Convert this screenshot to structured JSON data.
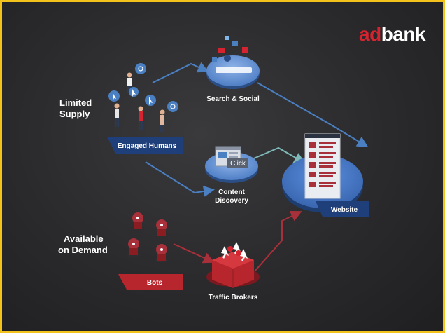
{
  "brand": {
    "logo_part1": "ad",
    "logo_part2": "bank",
    "accent": "#d5242f",
    "frame_color": "#f3c21b"
  },
  "sources": {
    "limited_supply": {
      "line1": "Limited",
      "line2": "Supply"
    },
    "available_on_demand": {
      "line1": "Available",
      "line2": "on Demand"
    }
  },
  "tags": {
    "engaged_humans": "Engaged Humans",
    "bots": "Bots",
    "website": "Website"
  },
  "nodes": {
    "search_social": "Search & Social",
    "content_discovery": {
      "line1": "Content",
      "line2": "Discovery"
    },
    "traffic_brokers": "Traffic Brokers",
    "click_label": "Click"
  },
  "colors": {
    "human_flow": "#4a7fc1",
    "content_flow": "#7fb8b8",
    "bot_flow": "#a8303a",
    "platform_blue": "#5b8fd6",
    "tag_blue": "#1f3f7a",
    "tag_red": "#b8262d"
  },
  "icons": [
    "person-icon",
    "cursor-icon",
    "link-icon",
    "robot-icon",
    "browser-window-icon"
  ]
}
